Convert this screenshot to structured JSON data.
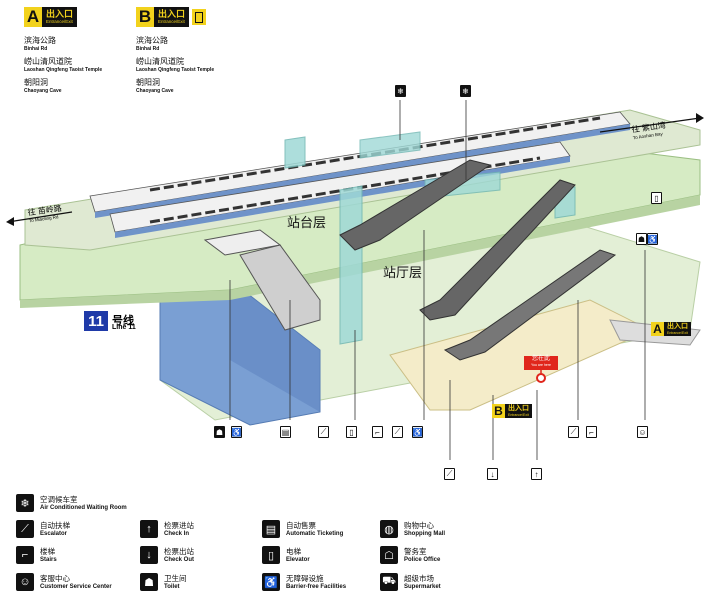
{
  "exits": {
    "a": {
      "letter": "A",
      "label_cn": "出入口",
      "label_en": "Entrance/Exit"
    },
    "b": {
      "letter": "B",
      "label_cn": "出入口",
      "label_en": "Entrance/Exit"
    }
  },
  "destinations_a": [
    {
      "cn": "滨海公路",
      "en": "Binhai Rd"
    },
    {
      "cn": "崂山清风道院",
      "en": "Laoshan Qingfeng Taoist Temple"
    },
    {
      "cn": "朝阳洞",
      "en": "Chaoyang Cave"
    }
  ],
  "destinations_b": [
    {
      "cn": "滨海公路",
      "en": "Binhai Rd"
    },
    {
      "cn": "崂山清风道院",
      "en": "Laoshan Qingfeng Taoist Temple"
    },
    {
      "cn": "朝阳洞",
      "en": "Chaoyang Cave"
    }
  ],
  "diagram": {
    "platform_label": "站台层",
    "concourse_label": "站厅层",
    "dir_left_cn": "往 苗岭路",
    "dir_left_en": "To Miaoling Rd",
    "dir_right_cn": "往 紫山湾",
    "dir_right_en": "To Aoshan Bay",
    "line_number": "11",
    "line_cn": "号线",
    "line_en": "Line 11",
    "exit_a_letter": "A",
    "exit_a_cn": "出入口",
    "exit_a_en": "Entrance/Exit",
    "exit_b_letter": "B",
    "exit_b_cn": "出入口",
    "exit_b_en": "Entrance/Exit",
    "you_are_here_cn": "您在此",
    "you_are_here_en": "You are here"
  },
  "legend": [
    {
      "cn": "空调候车室",
      "en": "Air Conditioned Waiting Room",
      "icon": "snowflake-icon"
    },
    {
      "cn": "自动扶梯",
      "en": "Escalator",
      "icon": "escalator-icon"
    },
    {
      "cn": "检票进站",
      "en": "Check In",
      "icon": "check-in-icon"
    },
    {
      "cn": "自动售票",
      "en": "Automatic Ticketing",
      "icon": "ticket-machine-icon"
    },
    {
      "cn": "购物中心",
      "en": "Shopping Mall",
      "icon": "shopping-mall-icon"
    },
    {
      "cn": "楼梯",
      "en": "Stairs",
      "icon": "stairs-icon"
    },
    {
      "cn": "检票出站",
      "en": "Check Out",
      "icon": "check-out-icon"
    },
    {
      "cn": "电梯",
      "en": "Elevator",
      "icon": "elevator-icon"
    },
    {
      "cn": "警务室",
      "en": "Police Office",
      "icon": "police-icon"
    },
    {
      "cn": "客服中心",
      "en": "Customer Service Center",
      "icon": "customer-service-icon"
    },
    {
      "cn": "卫生间",
      "en": "Toilet",
      "icon": "toilet-icon"
    },
    {
      "cn": "无障碍设施",
      "en": "Barrier-free Facilities",
      "icon": "accessibility-icon"
    },
    {
      "cn": "超级市场",
      "en": "Supermarket",
      "icon": "supermarket-icon"
    }
  ],
  "colors": {
    "platform_green": "#d6ebc4",
    "concourse_green": "#e3efd6",
    "track_blue": "#6f93c9",
    "glass_cyan": "#9fd9d6",
    "line11_blue": "#1f3aa8",
    "exit_yellow": "#f2d21c",
    "you_are_here_red": "#e0261b"
  }
}
